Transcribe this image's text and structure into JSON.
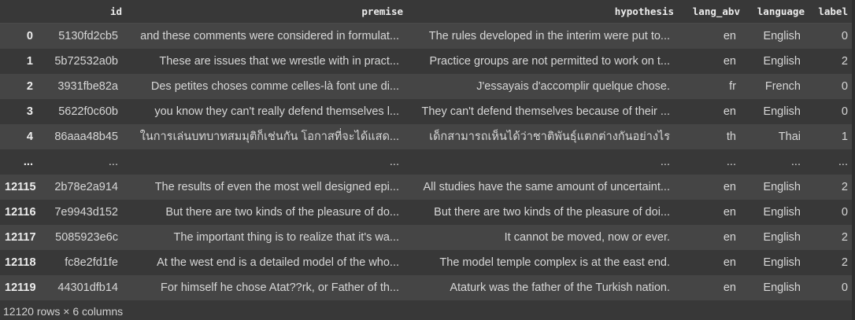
{
  "columns": {
    "index": "",
    "id": "id",
    "premise": "premise",
    "hypothesis": "hypothesis",
    "lang_abv": "lang_abv",
    "language": "language",
    "label": "label"
  },
  "rows": [
    {
      "index": "0",
      "id": "5130fd2cb5",
      "premise": "and these comments were considered in formulat...",
      "hypothesis": "The rules developed in the interim were put to...",
      "lang_abv": "en",
      "language": "English",
      "label": "0"
    },
    {
      "index": "1",
      "id": "5b72532a0b",
      "premise": "These are issues that we wrestle with in pract...",
      "hypothesis": "Practice groups are not permitted to work on t...",
      "lang_abv": "en",
      "language": "English",
      "label": "2"
    },
    {
      "index": "2",
      "id": "3931fbe82a",
      "premise": "Des petites choses comme celles-là font une di...",
      "hypothesis": "J'essayais d'accomplir quelque chose.",
      "lang_abv": "fr",
      "language": "French",
      "label": "0"
    },
    {
      "index": "3",
      "id": "5622f0c60b",
      "premise": "you know they can't really defend themselves l...",
      "hypothesis": "They can't defend themselves because of their ...",
      "lang_abv": "en",
      "language": "English",
      "label": "0"
    },
    {
      "index": "4",
      "id": "86aaa48b45",
      "premise": "ในการเล่นบทบาทสมมุติก็เช่นกัน โอกาสที่จะได้แสด...",
      "hypothesis": "เด็กสามารถเห็นได้ว่าชาติพันธุ์แตกต่างกันอย่างไร",
      "lang_abv": "th",
      "language": "Thai",
      "label": "1"
    },
    {
      "index": "...",
      "id": "...",
      "premise": "...",
      "hypothesis": "...",
      "lang_abv": "...",
      "language": "...",
      "label": "..."
    },
    {
      "index": "12115",
      "id": "2b78e2a914",
      "premise": "The results of even the most well designed epi...",
      "hypothesis": "All studies have the same amount of uncertaint...",
      "lang_abv": "en",
      "language": "English",
      "label": "2"
    },
    {
      "index": "12116",
      "id": "7e9943d152",
      "premise": "But there are two kinds of the pleasure of do...",
      "hypothesis": "But there are two kinds of the pleasure of doi...",
      "lang_abv": "en",
      "language": "English",
      "label": "0"
    },
    {
      "index": "12117",
      "id": "5085923e6c",
      "premise": "The important thing is to realize that it's wa...",
      "hypothesis": "It cannot be moved, now or ever.",
      "lang_abv": "en",
      "language": "English",
      "label": "2"
    },
    {
      "index": "12118",
      "id": "fc8e2fd1fe",
      "premise": "At the west end is a detailed model of the who...",
      "hypothesis": "The model temple complex is at the east end.",
      "lang_abv": "en",
      "language": "English",
      "label": "2"
    },
    {
      "index": "12119",
      "id": "44301dfb14",
      "premise": "For himself he chose Atat??rk, or Father of th...",
      "hypothesis": "Ataturk was the father of the Turkish nation.",
      "lang_abv": "en",
      "language": "English",
      "label": "0"
    }
  ],
  "footer": "12120 rows × 6 columns"
}
